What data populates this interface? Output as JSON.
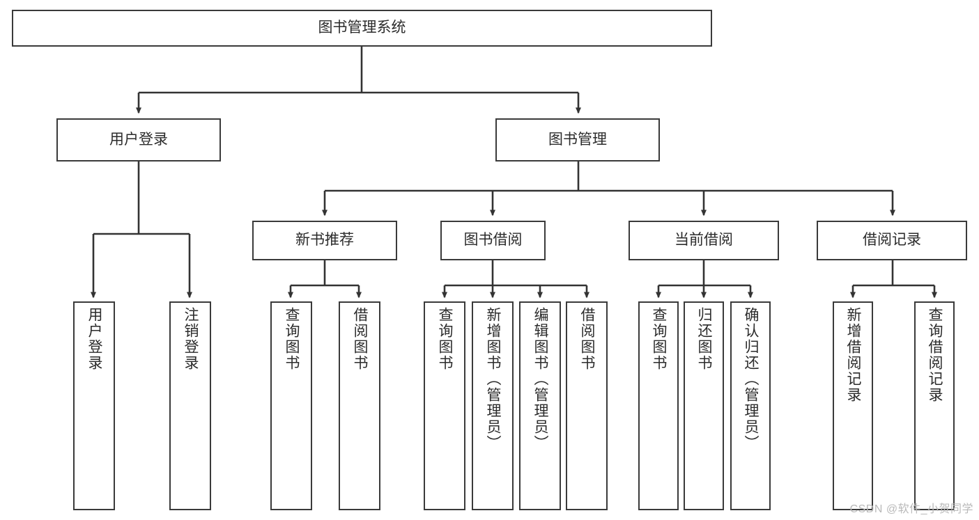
{
  "diagram": {
    "title": "图书管理系统",
    "type": "tree",
    "watermark": "CSDN @软件_小贺同学",
    "colors": {
      "box_border": "#3a3a3a",
      "box_fill": "#ffffff",
      "connector": "#333333",
      "text": "#2b2b2b",
      "watermark": "#b9b9b9",
      "background": "#ffffff"
    },
    "nodes": {
      "root": {
        "label": "图书管理系统",
        "orientation": "horizontal"
      },
      "level2": [
        {
          "id": "user-login",
          "label": "用户登录",
          "orientation": "horizontal"
        },
        {
          "id": "book-manage",
          "label": "图书管理",
          "orientation": "horizontal"
        }
      ],
      "level3": [
        {
          "id": "new-book-recommend",
          "label": "新书推荐",
          "orientation": "horizontal"
        },
        {
          "id": "book-borrow",
          "label": "图书借阅",
          "orientation": "horizontal"
        },
        {
          "id": "current-borrow",
          "label": "当前借阅",
          "orientation": "horizontal"
        },
        {
          "id": "borrow-record",
          "label": "借阅记录",
          "orientation": "horizontal"
        }
      ],
      "leaves": {
        "user-login": [
          {
            "id": "leaf-user-login",
            "label": "用户登录",
            "orientation": "vertical"
          },
          {
            "id": "leaf-logout",
            "label": "注销登录",
            "orientation": "vertical"
          }
        ],
        "new-book-recommend": [
          {
            "id": "leaf-query-book-1",
            "label": "查询图书",
            "orientation": "vertical"
          },
          {
            "id": "leaf-borrow-book-1",
            "label": "借阅图书",
            "orientation": "vertical"
          }
        ],
        "book-borrow": [
          {
            "id": "leaf-query-book-2",
            "label": "查询图书",
            "orientation": "vertical"
          },
          {
            "id": "leaf-add-book",
            "label": "新增图书（管理员）",
            "orientation": "vertical"
          },
          {
            "id": "leaf-edit-book",
            "label": "编辑图书（管理员）",
            "orientation": "vertical"
          },
          {
            "id": "leaf-borrow-book-2",
            "label": "借阅图书",
            "orientation": "vertical"
          }
        ],
        "current-borrow": [
          {
            "id": "leaf-query-book-3",
            "label": "查询图书",
            "orientation": "vertical"
          },
          {
            "id": "leaf-return-book",
            "label": "归还图书",
            "orientation": "vertical"
          },
          {
            "id": "leaf-confirm-return",
            "label": "确认归还（管理员）",
            "orientation": "vertical"
          }
        ],
        "borrow-record": [
          {
            "id": "leaf-add-record",
            "label": "新增借阅记录",
            "orientation": "vertical"
          },
          {
            "id": "leaf-query-record",
            "label": "查询借阅记录",
            "orientation": "vertical"
          }
        ]
      }
    }
  }
}
